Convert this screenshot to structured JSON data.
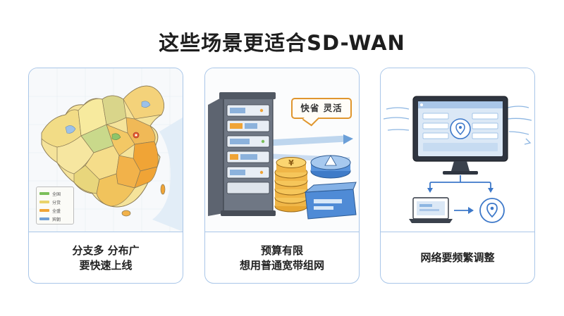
{
  "title": "这些场景更适合SD-WAN",
  "cards": [
    {
      "caption_lines": [
        "分支多 分布广",
        "要快速上线"
      ],
      "illustration": "china-map",
      "legend": [
        {
          "label": "全国",
          "color": "#7bbf5a"
        },
        {
          "label": "分货",
          "color": "#e9d36a"
        },
        {
          "label": "全盛",
          "color": "#f0a436"
        },
        {
          "label": "宾朝",
          "color": "#6f9fd6"
        }
      ]
    },
    {
      "caption_lines": [
        "预算有限",
        "想用普通宽带组网"
      ],
      "illustration": "server-rack-coins-router",
      "bubble_text": "快省 灵活"
    },
    {
      "caption_lines": [
        "网络要频繁调整"
      ],
      "illustration": "monitor-laptop-location"
    }
  ],
  "colors": {
    "card_border": "#a9c6e8",
    "accent_blue": "#3d78c9",
    "accent_orange": "#e0962e",
    "map_fill": "#f5e39a"
  }
}
